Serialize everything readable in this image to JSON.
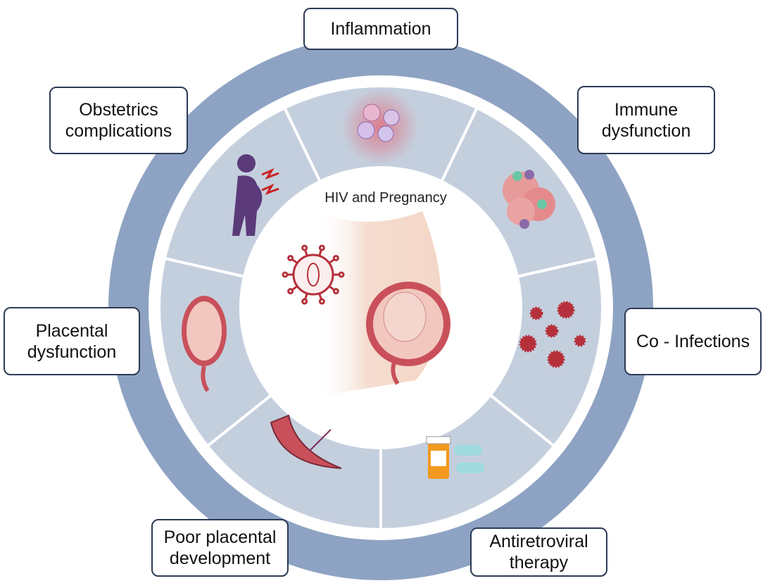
{
  "title": "HIV and Pregnancy",
  "labels": {
    "inflammation": "Inflammation",
    "obstetrics": "Obstetrics complications",
    "immune": "Immune dysfunction",
    "placental_dysfunction": "Placental dysfunction",
    "co_infections": "Co - Infections",
    "poor_placental": "Poor placental development",
    "antiretroviral": "Antiretroviral therapy"
  },
  "colors": {
    "outer_ring": "#8ea3c3",
    "segment": "#c4cfde",
    "border": "#2c3a55",
    "virus": "#b5303a",
    "figure": "#5b3a7a"
  }
}
